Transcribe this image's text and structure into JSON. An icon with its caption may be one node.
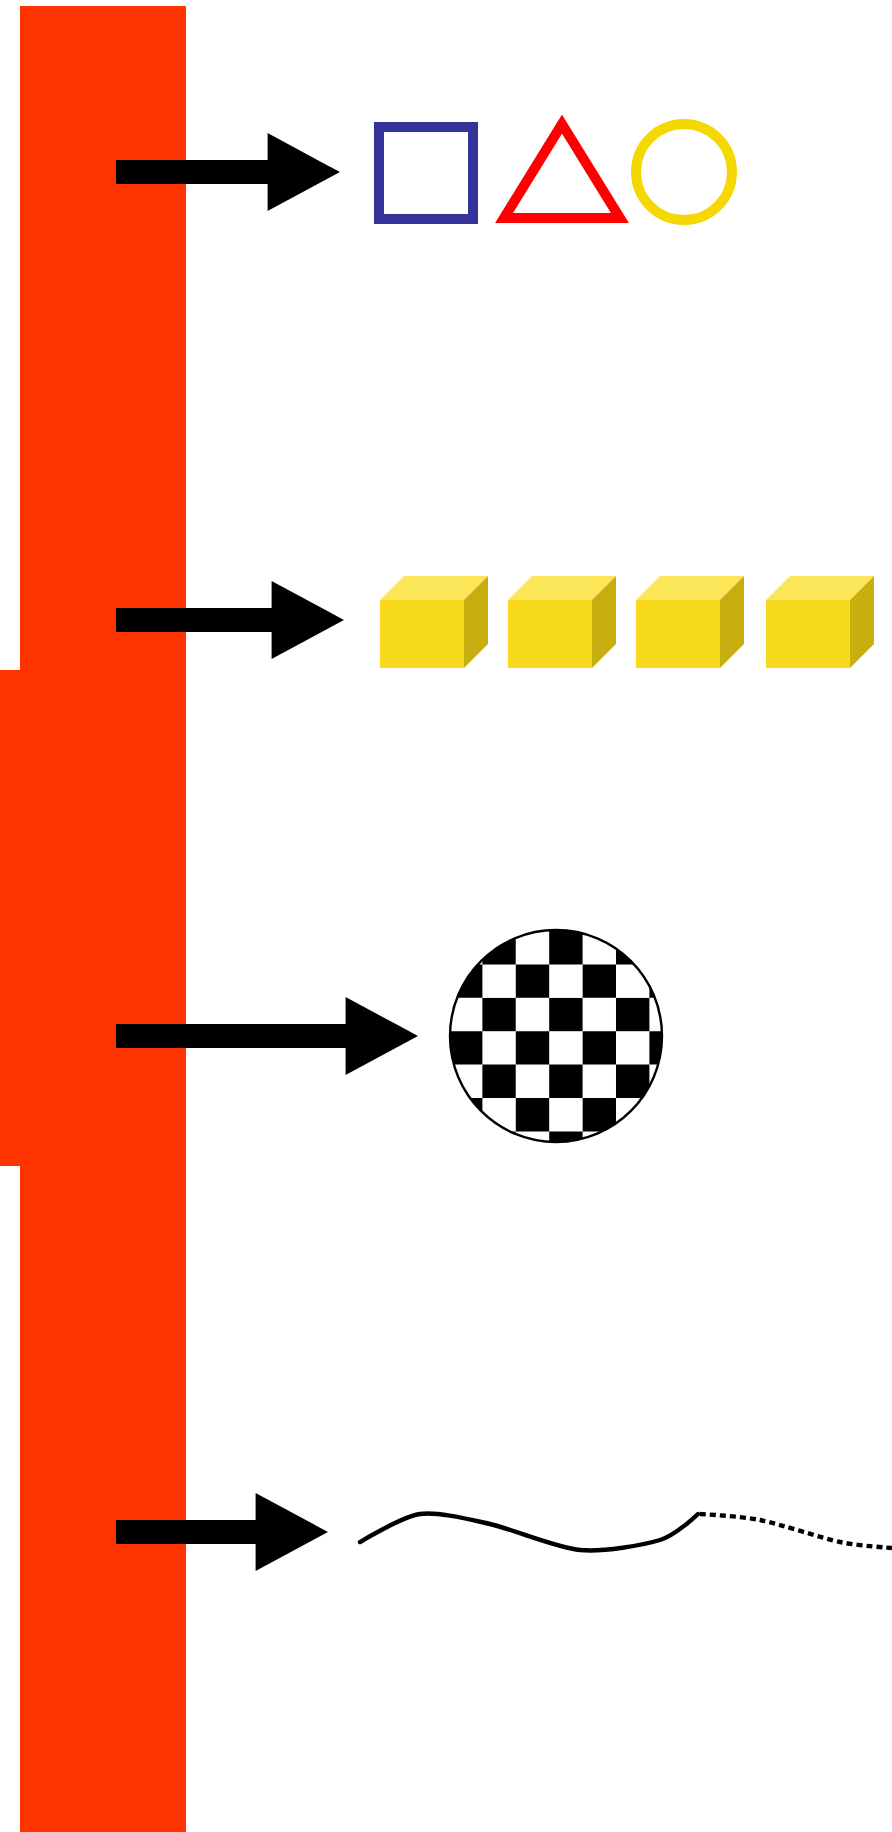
{
  "diagram": {
    "nodes": [
      {
        "text": [],
        "shape": "bar"
      },
      {
        "text": [],
        "shape": "picture"
      },
      {
        "text": [],
        "shape": "picture"
      },
      {
        "text": [],
        "shape": "picture"
      },
      {
        "text": [],
        "shape": "picture"
      }
    ],
    "edges": [
      {
        "from": 0,
        "to": 1,
        "arrow": "to"
      },
      {
        "from": 0,
        "to": 2,
        "arrow": "to"
      },
      {
        "from": 0,
        "to": 3,
        "arrow": "to"
      },
      {
        "from": 0,
        "to": 4,
        "arrow": "to"
      }
    ]
  }
}
